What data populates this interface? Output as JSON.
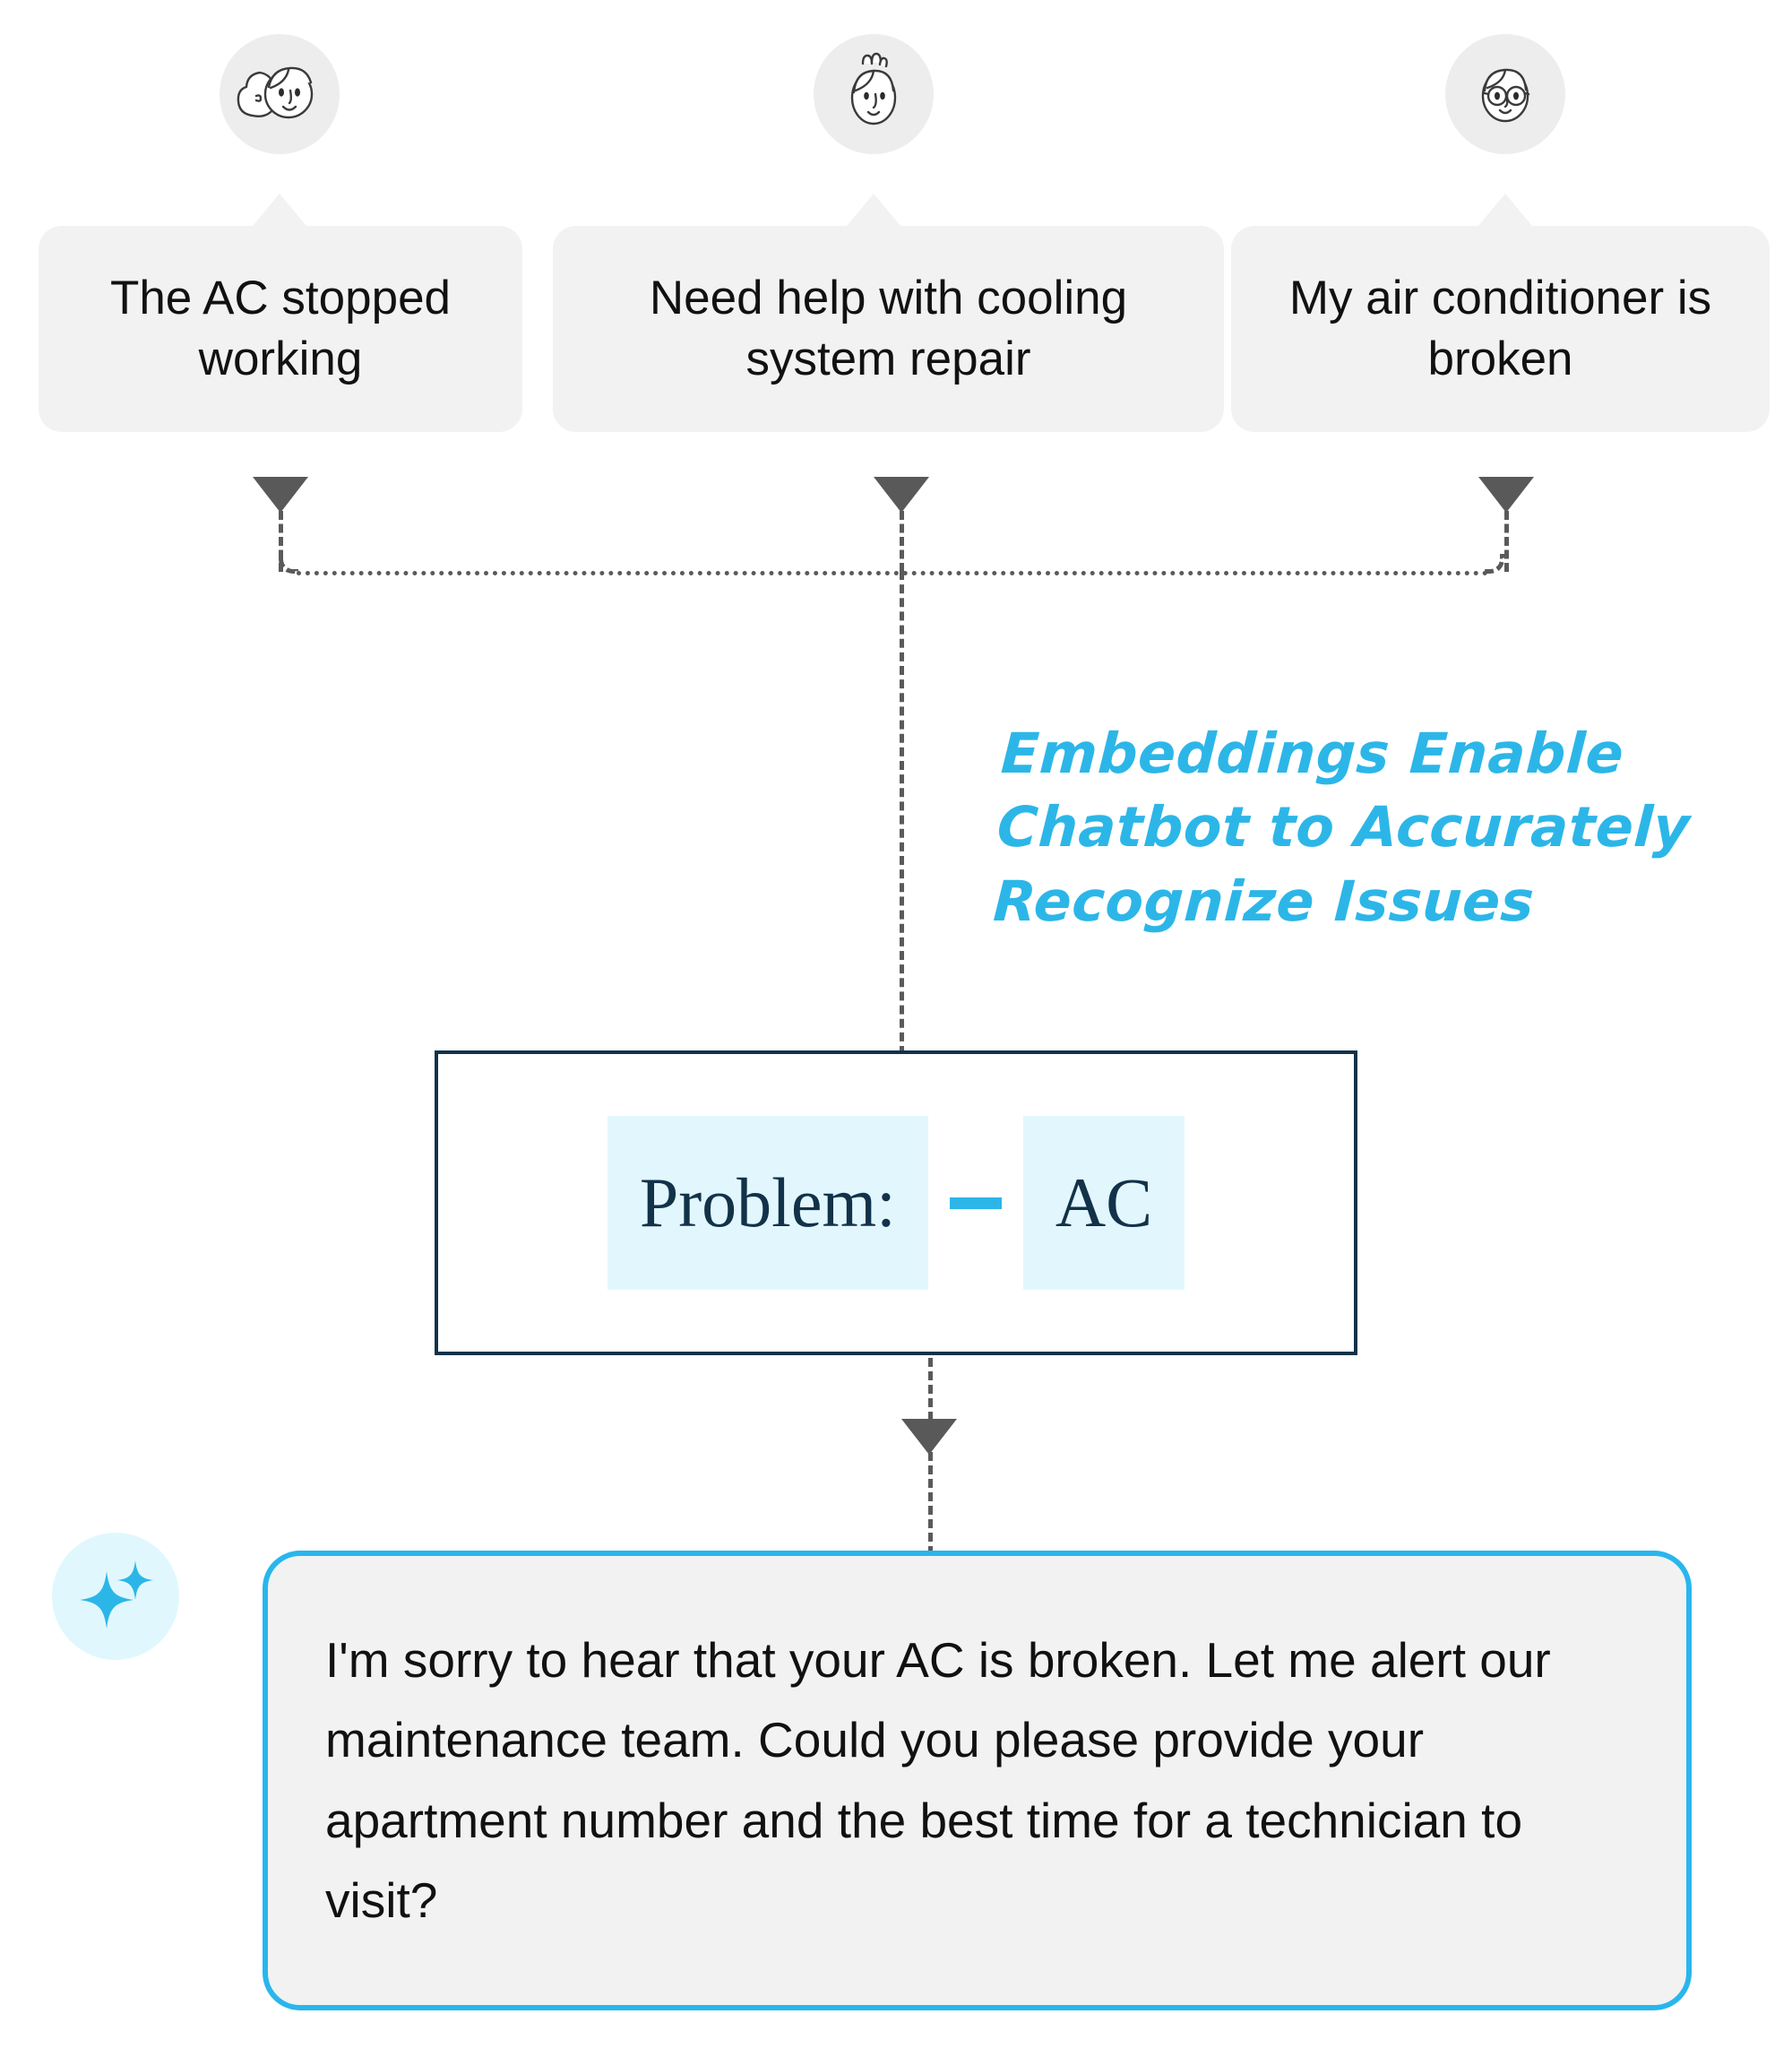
{
  "diagram": {
    "title_annotation": "Embeddings Enable\nChatbot to Accurately\nRecognize Issues",
    "accent_color": "#2cb6e8",
    "bubble_fill": "#f2f2f2",
    "avatar_fill": "#ededed",
    "highlight_fill": "#e2f7fd",
    "box_border_color": "#12324a",
    "connector_color": "#5a5a5a"
  },
  "user_messages": [
    {
      "text": "The AC stopped working",
      "avatar_icon": "person-curly-hair-avatar-icon"
    },
    {
      "text": "Need help with cooling system repair",
      "avatar_icon": "person-bun-hair-avatar-icon"
    },
    {
      "text": "My air conditioner is broken",
      "avatar_icon": "person-glasses-avatar-icon"
    }
  ],
  "problem_node": {
    "label_token": "Problem:",
    "separator": "dash",
    "value_token": "AC"
  },
  "assistant": {
    "badge_icon": "sparkles-icon",
    "response": "I'm sorry to hear that your AC is broken. Let me alert our maintenance team. Could you please provide your apartment number and the best time for a technician to visit?"
  }
}
